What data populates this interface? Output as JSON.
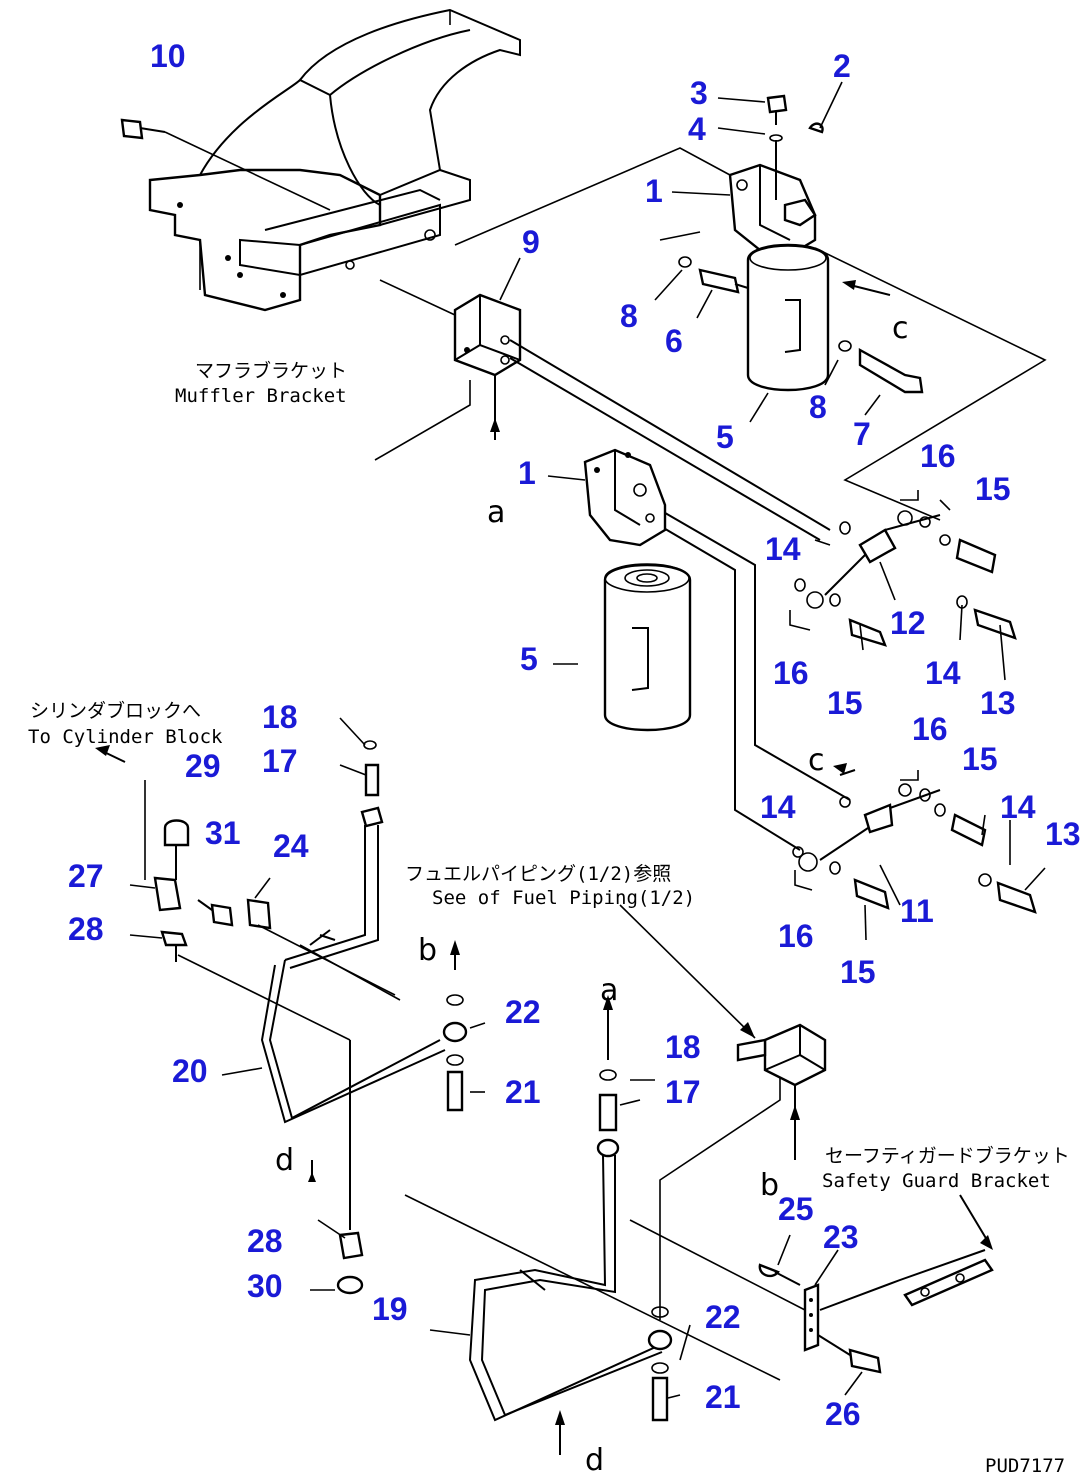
{
  "callouts": [
    {
      "id": "c10",
      "text": "10"
    },
    {
      "id": "c2",
      "text": "2"
    },
    {
      "id": "c3",
      "text": "3"
    },
    {
      "id": "c4",
      "text": "4"
    },
    {
      "id": "c1a",
      "text": "1"
    },
    {
      "id": "c9",
      "text": "9"
    },
    {
      "id": "c8a",
      "text": "8"
    },
    {
      "id": "c6",
      "text": "6"
    },
    {
      "id": "c8b",
      "text": "8"
    },
    {
      "id": "c7",
      "text": "7"
    },
    {
      "id": "c5a",
      "text": "5"
    },
    {
      "id": "c1b",
      "text": "1"
    },
    {
      "id": "c16a",
      "text": "16"
    },
    {
      "id": "c15a",
      "text": "15"
    },
    {
      "id": "c14a",
      "text": "14"
    },
    {
      "id": "c12",
      "text": "12"
    },
    {
      "id": "c5b",
      "text": "5"
    },
    {
      "id": "c16b",
      "text": "16"
    },
    {
      "id": "c15b",
      "text": "15"
    },
    {
      "id": "c14b",
      "text": "14"
    },
    {
      "id": "c13a",
      "text": "13"
    },
    {
      "id": "c18a",
      "text": "18"
    },
    {
      "id": "c17a",
      "text": "17"
    },
    {
      "id": "c29",
      "text": "29"
    },
    {
      "id": "c16c",
      "text": "16"
    },
    {
      "id": "c15c",
      "text": "15"
    },
    {
      "id": "c14c",
      "text": "14"
    },
    {
      "id": "c14d",
      "text": "14"
    },
    {
      "id": "c13b",
      "text": "13"
    },
    {
      "id": "c31",
      "text": "31"
    },
    {
      "id": "c24",
      "text": "24"
    },
    {
      "id": "c27",
      "text": "27"
    },
    {
      "id": "c28a",
      "text": "28"
    },
    {
      "id": "c11",
      "text": "11"
    },
    {
      "id": "c16d",
      "text": "16"
    },
    {
      "id": "c15d",
      "text": "15"
    },
    {
      "id": "c22a",
      "text": "22"
    },
    {
      "id": "c18b",
      "text": "18"
    },
    {
      "id": "c20",
      "text": "20"
    },
    {
      "id": "c21a",
      "text": "21"
    },
    {
      "id": "c17b",
      "text": "17"
    },
    {
      "id": "c25",
      "text": "25"
    },
    {
      "id": "c23",
      "text": "23"
    },
    {
      "id": "c28b",
      "text": "28"
    },
    {
      "id": "c30",
      "text": "30"
    },
    {
      "id": "c19",
      "text": "19"
    },
    {
      "id": "c22b",
      "text": "22"
    },
    {
      "id": "c21b",
      "text": "21"
    },
    {
      "id": "c26",
      "text": "26"
    }
  ],
  "labels": {
    "muffler_jp": "マフラブラケット",
    "muffler_en": "Muffler Bracket",
    "cylinder_jp": "シリンダブロックへ",
    "cylinder_en": "To Cylinder Block",
    "fuel_jp": "フュエルパイピング(1/2)参照",
    "fuel_en": "See of Fuel Piping(1/2)",
    "safety_jp": "セーフティガードブラケット",
    "safety_en": "Safety Guard Bracket",
    "page_code": "PUD7177"
  },
  "letters": {
    "a1": "a",
    "a2": "a",
    "b1": "b",
    "b2": "b",
    "c1": "c",
    "c2": "c",
    "d1": "d",
    "d2": "d"
  }
}
